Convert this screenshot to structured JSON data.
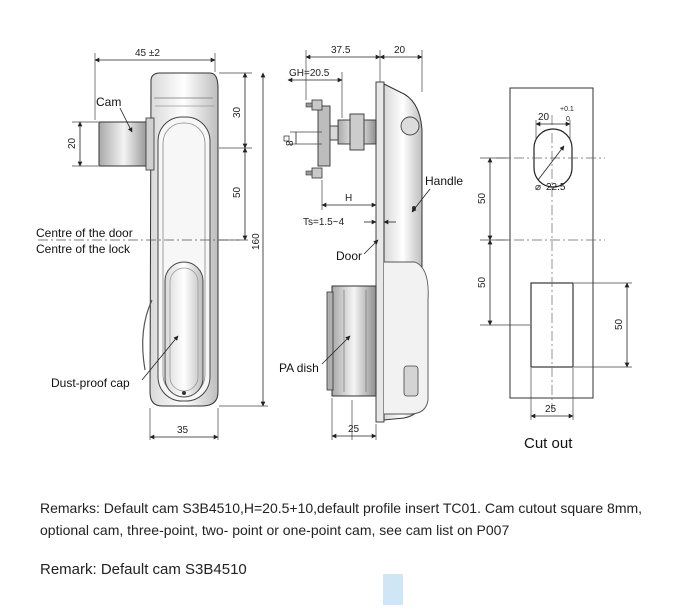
{
  "drawing": {
    "front": {
      "dim_width_top": "45 ±2",
      "dim_30": "30",
      "dim_50": "50",
      "dim_160": "160",
      "dim_20": "20",
      "dim_width_bottom": "35",
      "label_cam": "Cam",
      "label_centre_door": "Centre of the door",
      "label_centre_lock": "Centre of the lock",
      "label_dust_cap": "Dust-proof cap"
    },
    "side": {
      "dim_37_5": "37.5",
      "dim_20": "20",
      "dim_gh": "GH=20.5",
      "dim_8": "8",
      "dim_h": "H",
      "dim_ts": "Ts=1.5~4",
      "dim_25": "25",
      "label_handle": "Handle",
      "label_door": "Door",
      "label_pa_dish": "PA dish"
    },
    "cutout": {
      "dim_20": "20",
      "tol_upper": "+0.1",
      "tol_lower": "0",
      "dim_dia": "22.5",
      "dia_symbol": "⌀",
      "dim_50_a": "50",
      "dim_50_b": "50",
      "dim_50_c": "50",
      "dim_25": "25",
      "caption": "Cut out"
    }
  },
  "remarks": "Remarks: Default cam S3B4510,H=20.5+10,default profile insert TC01. Cam cutout square 8mm, optional cam, three-point, two- point or one-point cam, see cam list on P007",
  "remark_short": "Remark: Default cam S3B4510"
}
